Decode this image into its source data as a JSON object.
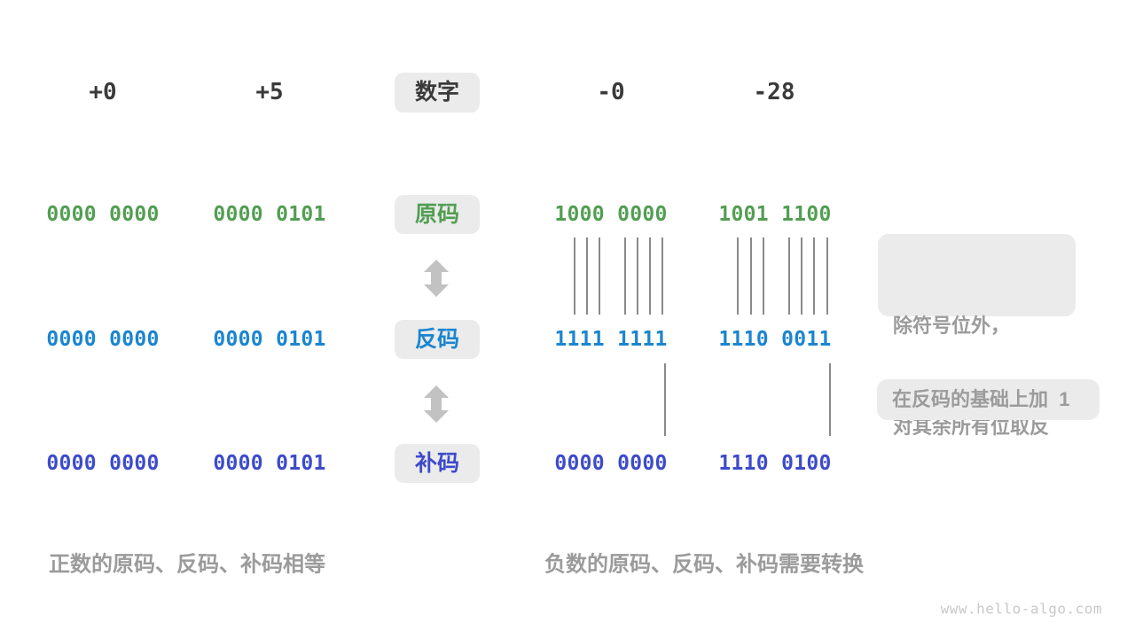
{
  "palette": {
    "heading_text": "#3a3a3a",
    "chip_background": "#ebebeb",
    "muted_text": "#9b9b9b",
    "sign_magnitude_green": "#529e52",
    "ones_complement_blue": "#1a85d0",
    "twos_complement_indigo": "#3d4bca",
    "tick_line": "#8a8a8a",
    "arrow": "#c2c2c2",
    "watermark": "#c9c9c9"
  },
  "header": {
    "label": "数字",
    "values": [
      "+0",
      "+5",
      "-0",
      "-28"
    ]
  },
  "rows": [
    {
      "label": "原码",
      "color": "#529e52",
      "values": [
        "0000 0000",
        "0000 0101",
        "1000 0000",
        "1001 1100"
      ]
    },
    {
      "label": "反码",
      "color": "#1a85d0",
      "values": [
        "0000 0000",
        "0000 0101",
        "1111 1111",
        "1110 0011"
      ]
    },
    {
      "label": "补码",
      "color": "#3d4bca",
      "values": [
        "0000 0000",
        "0000 0101",
        "0000 0000",
        "1110 0100"
      ]
    }
  ],
  "annotations": {
    "invert_line1": "除符号位外，",
    "invert_line2": "对其余所有位取反",
    "add_one": "在反码的基础上加  1"
  },
  "captions": {
    "positive": "正数的原码、反码、补码相等",
    "negative": "负数的原码、反码、补码需要转换"
  },
  "watermark": "www.hello-algo.com"
}
